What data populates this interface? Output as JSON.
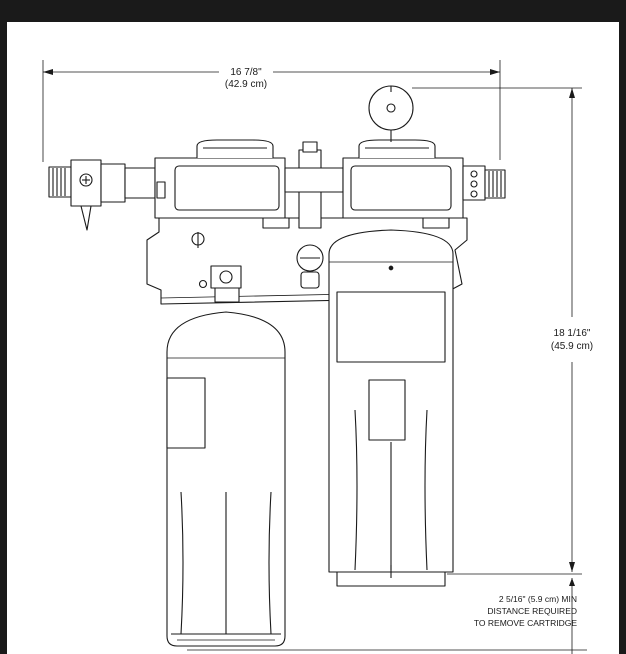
{
  "dimensions": {
    "width": {
      "imperial": "16 7/8\"",
      "metric": "(42.9 cm)"
    },
    "height": {
      "imperial": "18 1/16\"",
      "metric": "(45.9 cm)"
    },
    "clearance": {
      "line1": "2 5/16\" (5.9 cm) MIN",
      "line2": "DISTANCE REQUIRED",
      "line3": "TO REMOVE CARTRIDGE"
    }
  },
  "colors": {
    "frame": "#1a1a1a",
    "line": "#1a1a1a",
    "background": "#ffffff"
  }
}
